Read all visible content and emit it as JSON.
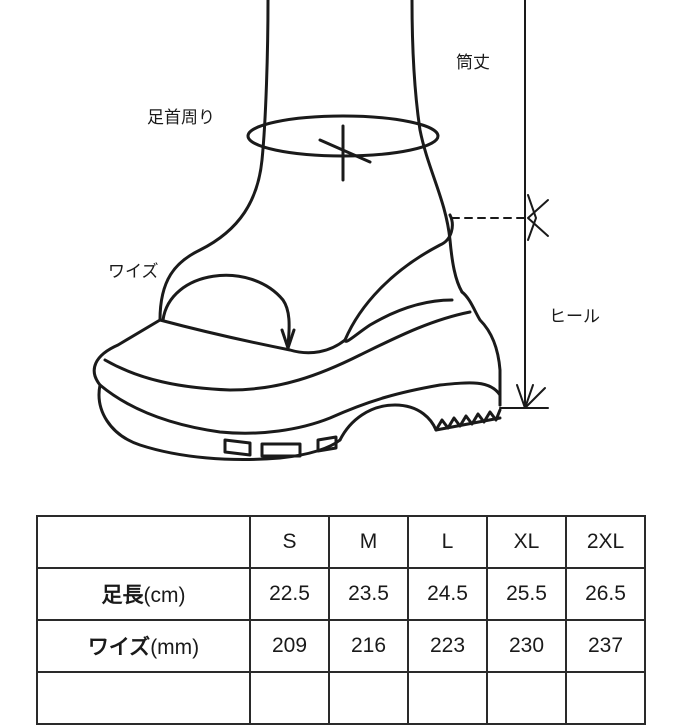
{
  "labels": {
    "shaft_height": "筒丈",
    "ankle_circumference": "足首周り",
    "width": "ワイズ",
    "heel": "ヒール"
  },
  "table": {
    "sizes": [
      "S",
      "M",
      "L",
      "XL",
      "2XL"
    ],
    "rows": [
      {
        "label": "足長",
        "unit": "(cm)",
        "values": [
          "22.5",
          "23.5",
          "24.5",
          "25.5",
          "26.5"
        ]
      },
      {
        "label": "ワイズ",
        "unit": "(mm)",
        "values": [
          "209",
          "216",
          "223",
          "230",
          "237"
        ]
      }
    ]
  },
  "colors": {
    "line": "#1a1a1a",
    "background": "#ffffff"
  }
}
